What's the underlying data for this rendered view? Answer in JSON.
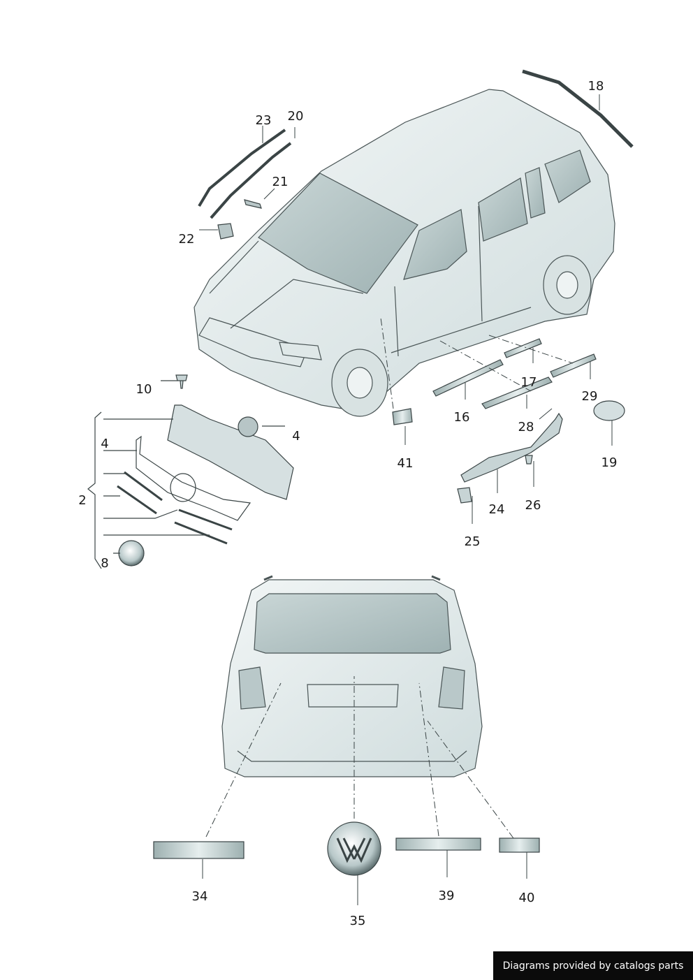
{
  "callouts": {
    "c2": "2",
    "c4a": "4",
    "c4b": "4",
    "c8": "8",
    "c10": "10",
    "c16": "16",
    "c17": "17",
    "c18": "18",
    "c19": "19",
    "c20": "20",
    "c21": "21",
    "c22": "22",
    "c23": "23",
    "c24": "24",
    "c25": "25",
    "c26": "26",
    "c28": "28",
    "c29": "29",
    "c34": "34",
    "c35": "35",
    "c39": "39",
    "c40": "40",
    "c41": "41"
  },
  "footer": {
    "credit": "Diagrams provided by catalogs parts"
  }
}
